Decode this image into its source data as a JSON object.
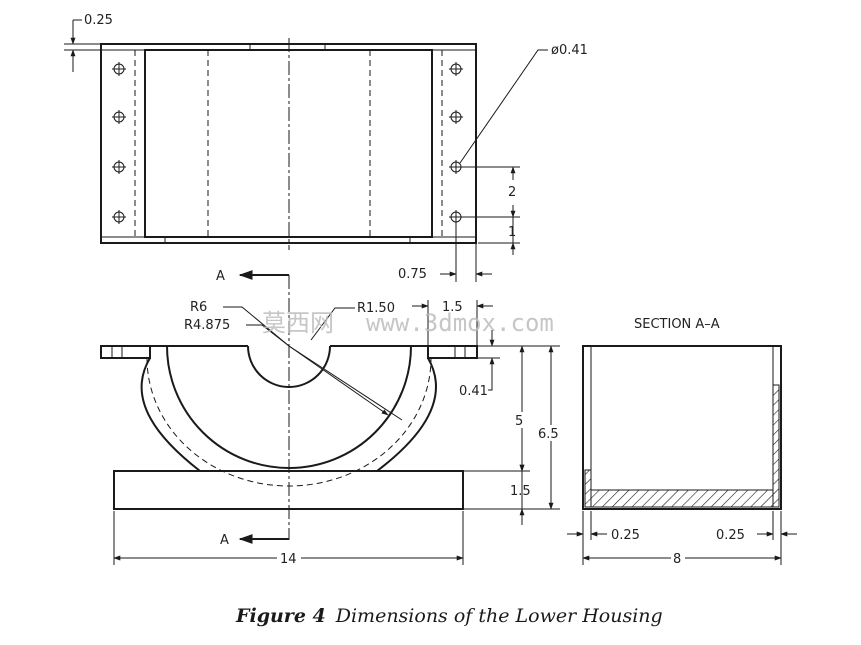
{
  "watermark_cn": "莫西网",
  "watermark_url": "www.3dmox.com",
  "section_title": "SECTION A–A",
  "cutting_plane_letter": "A",
  "dimensions": {
    "top_flange": "0.25",
    "hole_dia": "ø0.41",
    "hole_spacing": "2",
    "hole_edge": "1",
    "hole_offset": "0.75",
    "radius_inner": "R6",
    "radius_outer": "R4.875",
    "radius_saddle": "R1.50",
    "flange_width": "1.5",
    "flange_hole": "0.41",
    "height_5": "5",
    "height_total": "6.5",
    "base_height": "1.5",
    "overall_width": "14",
    "wall_left": "0.25",
    "wall_right": "0.25",
    "section_width": "8"
  },
  "caption": {
    "figure_label": "Figure 4",
    "title": "Dimensions of the Lower Housing"
  }
}
